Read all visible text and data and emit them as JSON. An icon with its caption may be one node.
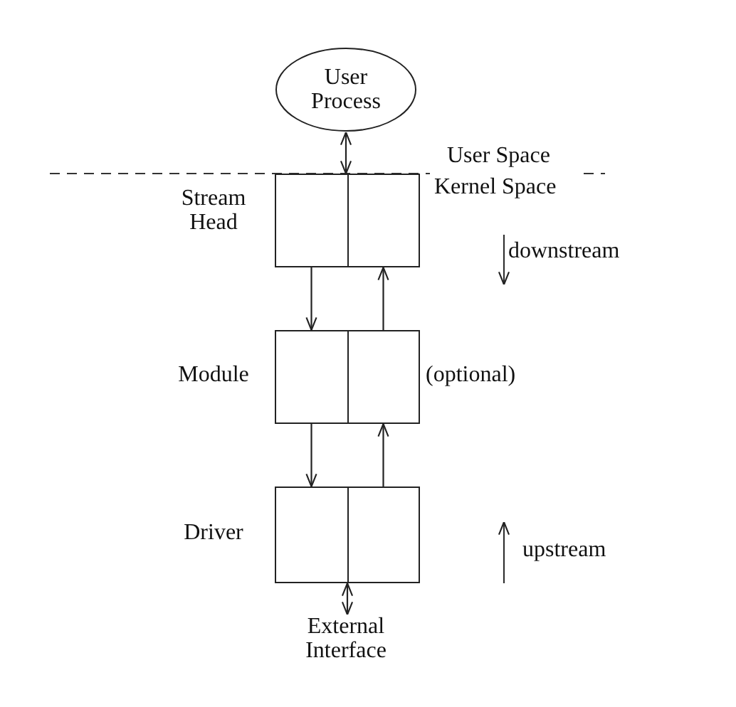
{
  "diagram": {
    "nodes": [
      {
        "text": [
          "User Process"
        ]
      },
      {
        "text": [
          "Stream Head"
        ]
      },
      {
        "text": [],
        "shape": "box",
        "in": 1
      },
      {
        "text": [],
        "shape": "box",
        "in": 1
      },
      {
        "text": [
          "Module"
        ],
        "beside": [
          "(optional)"
        ]
      },
      {
        "text": [],
        "shape": "box",
        "in": 4
      },
      {
        "text": [],
        "shape": "box",
        "in": 4
      },
      {
        "text": [
          "Driver"
        ]
      },
      {
        "text": [],
        "shape": "box",
        "in": 7
      },
      {
        "text": [],
        "shape": "box",
        "in": 7
      },
      {
        "text": [
          "External Interface"
        ]
      }
    ],
    "edges": [
      {
        "from": 0,
        "to": 1,
        "arrow": "both"
      },
      {
        "from": 2,
        "to": 5,
        "arrow": "to"
      },
      {
        "from": 6,
        "to": 3,
        "arrow": "to"
      },
      {
        "from": 5,
        "to": 8,
        "arrow": "to"
      },
      {
        "from": 9,
        "to": 6,
        "arrow": "to"
      },
      {
        "from": 7,
        "to": 10,
        "arrow": "both"
      }
    ],
    "labels": [
      "User Space",
      "Kernel Space",
      "downstream",
      "upstream"
    ]
  }
}
